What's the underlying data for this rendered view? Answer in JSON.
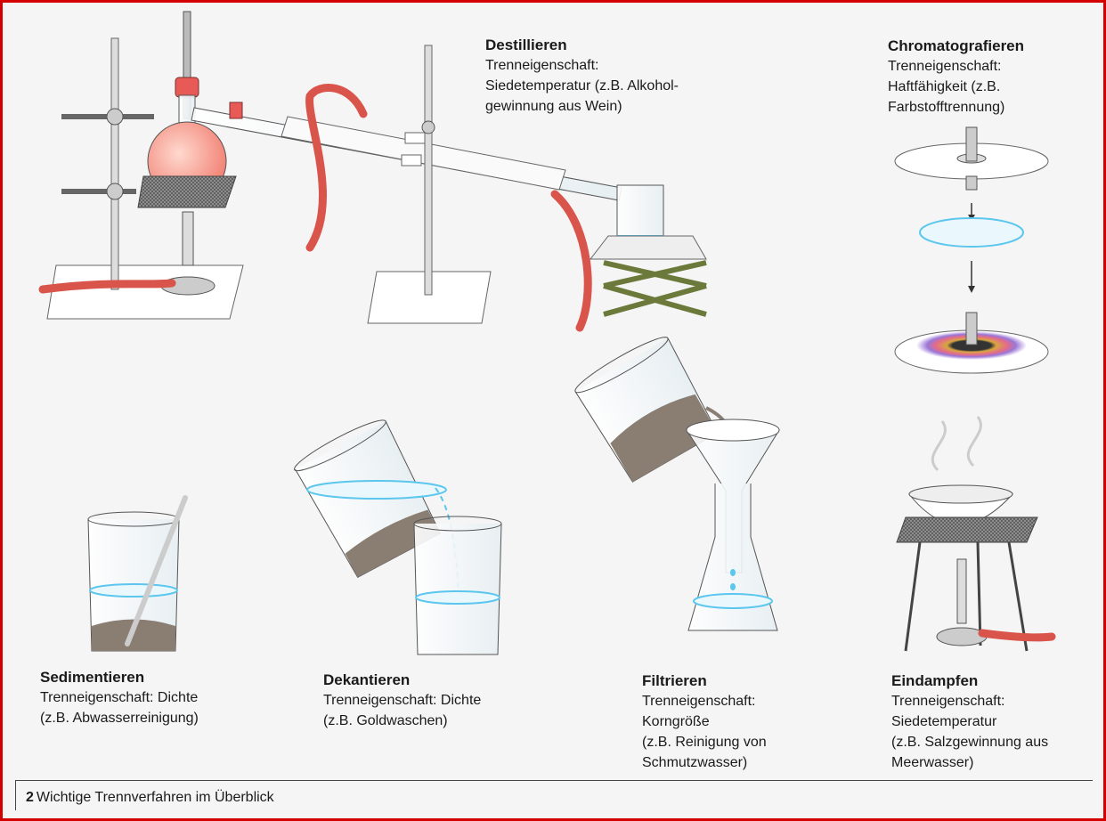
{
  "colors": {
    "frame": "#d40000",
    "background": "#f5f5f5",
    "hose": "#d9554b",
    "liquid": "#5bc6ee",
    "sediment": "#8a7e73",
    "flask_liquid": "#f0786a",
    "lab_jack": "#6b7a3a"
  },
  "destillieren": {
    "title": "Destillieren",
    "lines": [
      "Trenneigenschaft:",
      "Siedetemperatur (z.B. Alkohol-",
      "gewinnung aus Wein)"
    ]
  },
  "chromatografieren": {
    "title": "Chromatografieren",
    "lines": [
      "Trenneigenschaft:",
      "Haftfähigkeit (z.B.",
      "Farbstofftrennung)"
    ]
  },
  "sedimentieren": {
    "title": "Sedimentieren",
    "lines": [
      "Trenneigenschaft: Dichte",
      "(z.B. Abwasserreinigung)"
    ]
  },
  "dekantieren": {
    "title": "Dekantieren",
    "lines": [
      "Trenneigenschaft: Dichte",
      "(z.B. Goldwaschen)"
    ]
  },
  "filtrieren": {
    "title": "Filtrieren",
    "lines": [
      "Trenneigenschaft:",
      "Korngröße",
      "(z.B. Reinigung von",
      "Schmutzwasser)"
    ]
  },
  "eindampfen": {
    "title": "Eindampfen",
    "lines": [
      "Trenneigenschaft:",
      "Siedetemperatur",
      "(z.B. Salzgewinnung aus",
      "Meerwasser)"
    ]
  },
  "caption": {
    "number": "2",
    "text": "Wichtige Trennverfahren im Überblick"
  }
}
